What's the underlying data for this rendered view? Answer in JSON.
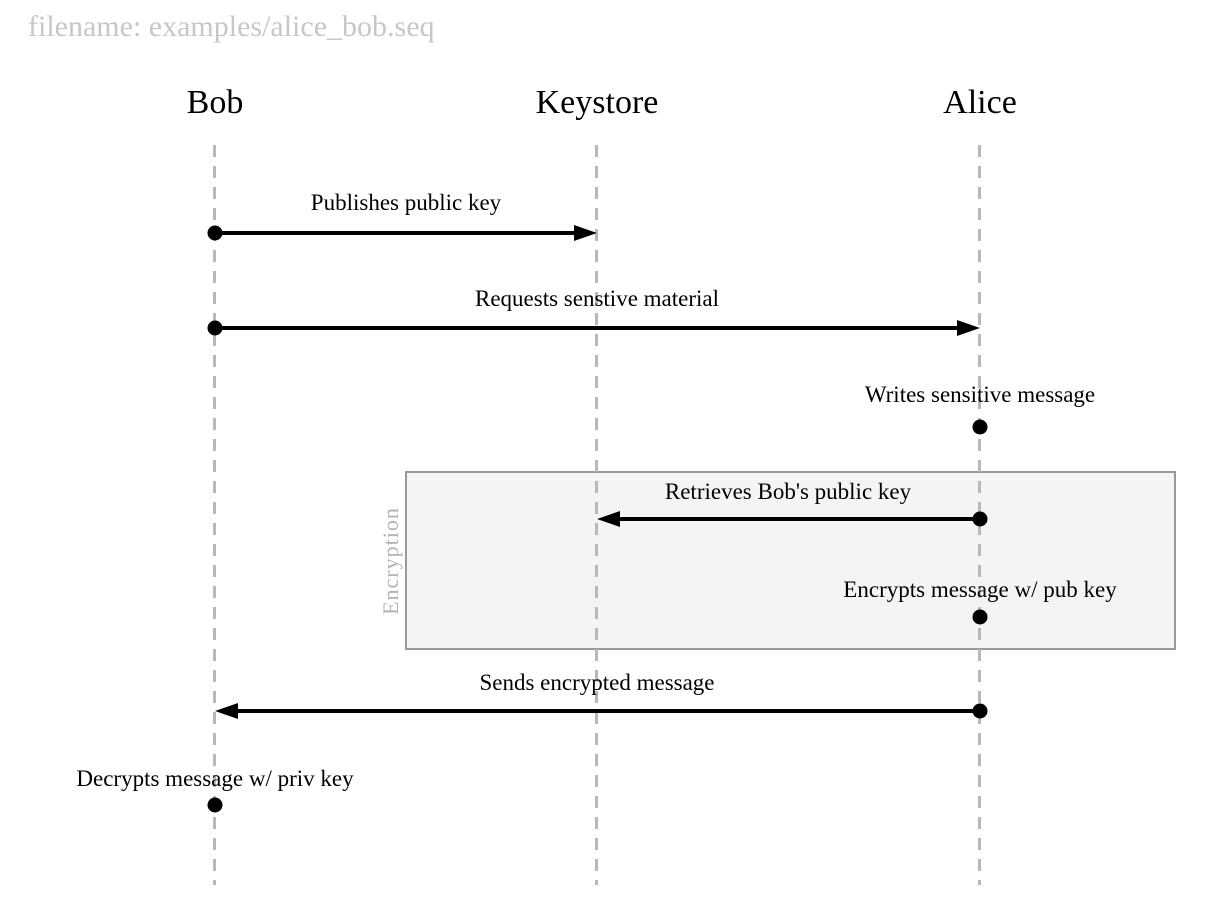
{
  "title": {
    "filename": "filename: examples/alice_bob.seq"
  },
  "diagram": {
    "type": "sequence-diagram",
    "actors": [
      {
        "name": "Bob"
      },
      {
        "name": "Keystore"
      },
      {
        "name": "Alice"
      }
    ],
    "messages": [
      {
        "label": "Publishes public key",
        "from": "Bob",
        "to": "Keystore",
        "kind": "message"
      },
      {
        "label": "Requests senstive material",
        "from": "Bob",
        "to": "Alice",
        "kind": "message"
      },
      {
        "label": "Writes sensitive message",
        "actor": "Alice",
        "kind": "note"
      },
      {
        "label": "Retrieves Bob's public key",
        "from": "Alice",
        "to": "Keystore",
        "kind": "message"
      },
      {
        "label": "Encrypts message w/ pub key",
        "actor": "Alice",
        "kind": "note"
      },
      {
        "label": "Sends encrypted message",
        "from": "Alice",
        "to": "Bob",
        "kind": "message"
      },
      {
        "label": "Decrypts message w/ priv key",
        "actor": "Bob",
        "kind": "note"
      }
    ],
    "groups": [
      {
        "label": "Encryption",
        "contains": [
          "Retrieves Bob's public key",
          "Encrypts message w/ pub key"
        ]
      }
    ],
    "colors": {
      "background": "#ffffff",
      "text": "#000000",
      "muted_text": "#c7c7c7",
      "lifeline": "#b8b8b8",
      "group_fill": "#f4f4f4",
      "group_border": "#999999",
      "group_label": "#b3b3b3"
    }
  }
}
